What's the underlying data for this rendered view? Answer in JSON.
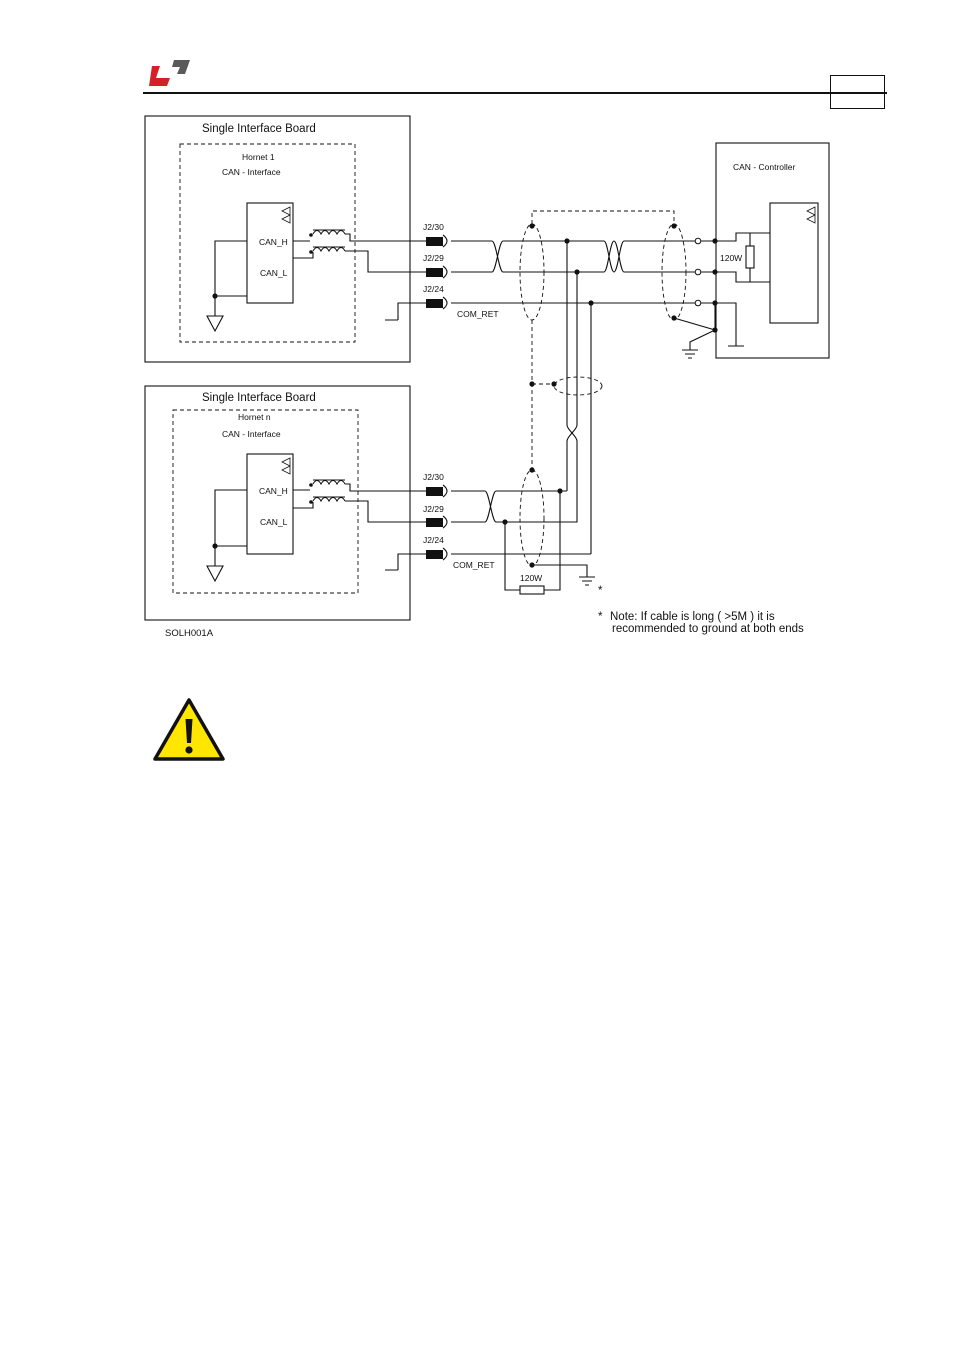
{
  "header": {
    "logo_color_red": "#d42127",
    "logo_color_gray": "#5a5a5a",
    "page_box_text": ""
  },
  "diagram": {
    "board1": {
      "title": "Single Interface Board",
      "unit_name": "Hornet 1",
      "interface_label": "CAN -  Interface",
      "pin_h": "CAN_H",
      "pin_l": "CAN_L",
      "conn_30": "J2/30",
      "conn_29": "J2/29",
      "conn_24": "J2/24",
      "com_ret": "COM_RET"
    },
    "board2": {
      "title": "Single Interface Board",
      "unit_name": "Hornet n",
      "interface_label": "CAN -  Interface",
      "pin_h": "CAN_H",
      "pin_l": "CAN_L",
      "conn_30": "J2/30",
      "conn_29": "J2/29",
      "conn_24": "J2/24",
      "com_ret": "COM_RET",
      "terminator": "120W",
      "ground_mark": "*"
    },
    "controller": {
      "title": "CAN -  Controller",
      "terminator": "120W"
    },
    "figure_id": "SOLH001A",
    "note_mark": "*",
    "note_line1": "Note: If cable is long ( >5M ) it is",
    "note_line2": "recommended to ground at both ends"
  },
  "warning": {
    "icon": "warning-triangle-icon",
    "fill_color": "#ffe600"
  }
}
